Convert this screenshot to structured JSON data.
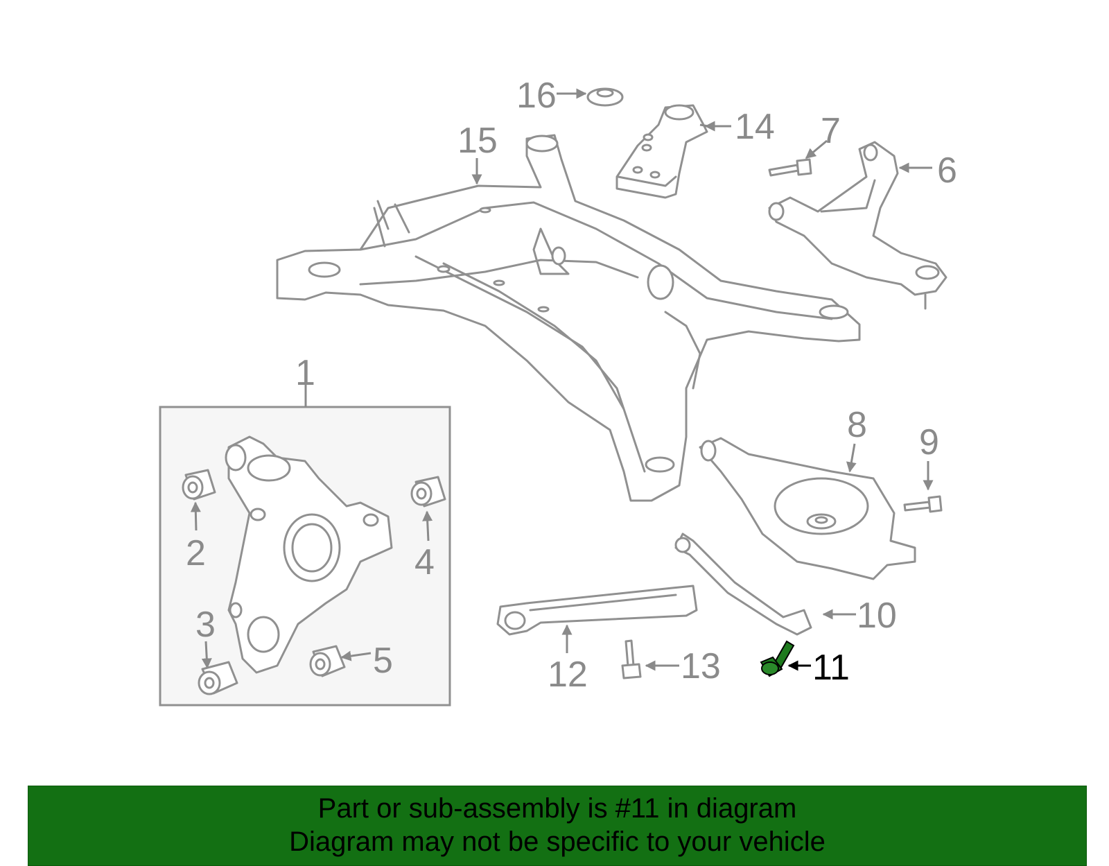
{
  "diagram": {
    "callouts": [
      "1",
      "2",
      "3",
      "4",
      "5",
      "6",
      "7",
      "8",
      "9",
      "10",
      "11",
      "12",
      "13",
      "14",
      "15",
      "16"
    ],
    "highlighted_part": "11",
    "highlight_color": "#1e7a1e",
    "inset_box_fill": "#f6f6f6"
  },
  "banner": {
    "line1": "Part or sub-assembly is #11 in diagram",
    "line2": "Diagram may not be specific to your vehicle",
    "background": "#137013"
  }
}
